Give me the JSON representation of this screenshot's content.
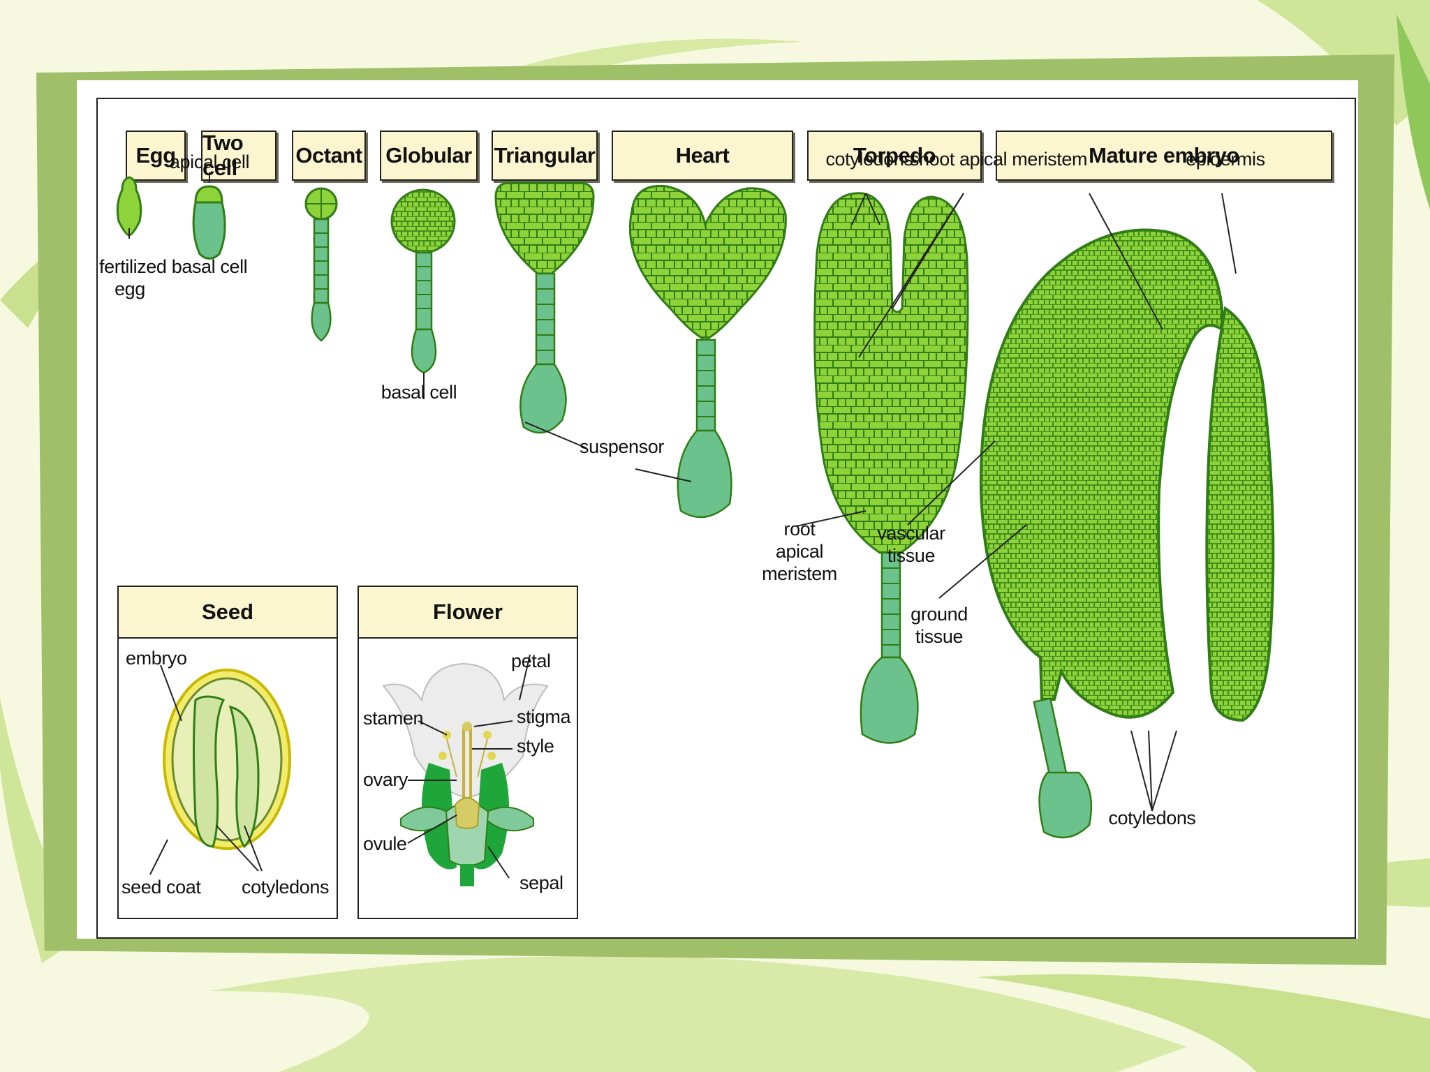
{
  "stages": [
    "Egg",
    "Two cell",
    "Octant",
    "Globular",
    "Triangular",
    "Heart",
    "Torpedo",
    "Mature embryo"
  ],
  "labels": {
    "apical_cell": "apical cell",
    "fertilized_egg_1": "fertilized",
    "fertilized_egg_2": "egg",
    "basal_cell_top": "basal cell",
    "basal_cell_bottom": "basal cell",
    "suspensor": "suspensor",
    "cotyledons_top": "cotyledons",
    "shoot_apical_meristem": "shoot apical meristem",
    "epidermis": "epidermis",
    "root_1": "root",
    "root_2": "apical",
    "root_3": "meristem",
    "vascular_1": "vascular",
    "vascular_2": "tissue",
    "ground_1": "ground",
    "ground_2": "tissue",
    "cotyledons_bottom": "cotyledons"
  },
  "seed": {
    "title": "Seed",
    "embryo": "embryo",
    "seed_coat": "seed coat",
    "cotyledons": "cotyledons"
  },
  "flower": {
    "title": "Flower",
    "petal": "petal",
    "stamen": "stamen",
    "stigma": "stigma",
    "style": "style",
    "ovary": "ovary",
    "ovule": "ovule",
    "sepal": "sepal"
  },
  "colors": {
    "embryo_green": "#8fd33a",
    "cell_line": "#2f7d14",
    "suspensor_green": "#6cc28c",
    "header_fill": "#fbf6d0",
    "frame_green": "#9fbf69"
  }
}
